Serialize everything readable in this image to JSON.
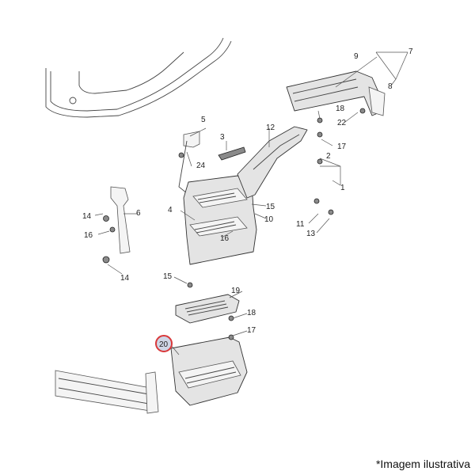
{
  "callouts": [
    {
      "id": "c1",
      "label": "1"
    },
    {
      "id": "c2",
      "label": "2"
    },
    {
      "id": "c3",
      "label": "3"
    },
    {
      "id": "c4",
      "label": "4"
    },
    {
      "id": "c5",
      "label": "5"
    },
    {
      "id": "c6",
      "label": "6"
    },
    {
      "id": "c7",
      "label": "7"
    },
    {
      "id": "c8",
      "label": "8"
    },
    {
      "id": "c9",
      "label": "9"
    },
    {
      "id": "c10",
      "label": "10"
    },
    {
      "id": "c11",
      "label": "11"
    },
    {
      "id": "c12",
      "label": "12"
    },
    {
      "id": "c13",
      "label": "13"
    },
    {
      "id": "c14a",
      "label": "14"
    },
    {
      "id": "c14b",
      "label": "14"
    },
    {
      "id": "c15a",
      "label": "15"
    },
    {
      "id": "c15b",
      "label": "15"
    },
    {
      "id": "c16a",
      "label": "16"
    },
    {
      "id": "c16b",
      "label": "16"
    },
    {
      "id": "c17a",
      "label": "17"
    },
    {
      "id": "c17b",
      "label": "17"
    },
    {
      "id": "c18a",
      "label": "18"
    },
    {
      "id": "c18b",
      "label": "18"
    },
    {
      "id": "c19",
      "label": "19"
    },
    {
      "id": "c20",
      "label": "20"
    },
    {
      "id": "c22",
      "label": "22"
    },
    {
      "id": "c24",
      "label": "24"
    }
  ],
  "highlight": {
    "label": "20",
    "ring_color": "#d9383a",
    "fill_color": "#cfd6e6"
  },
  "footnote": "*Imagem ilustrativa"
}
